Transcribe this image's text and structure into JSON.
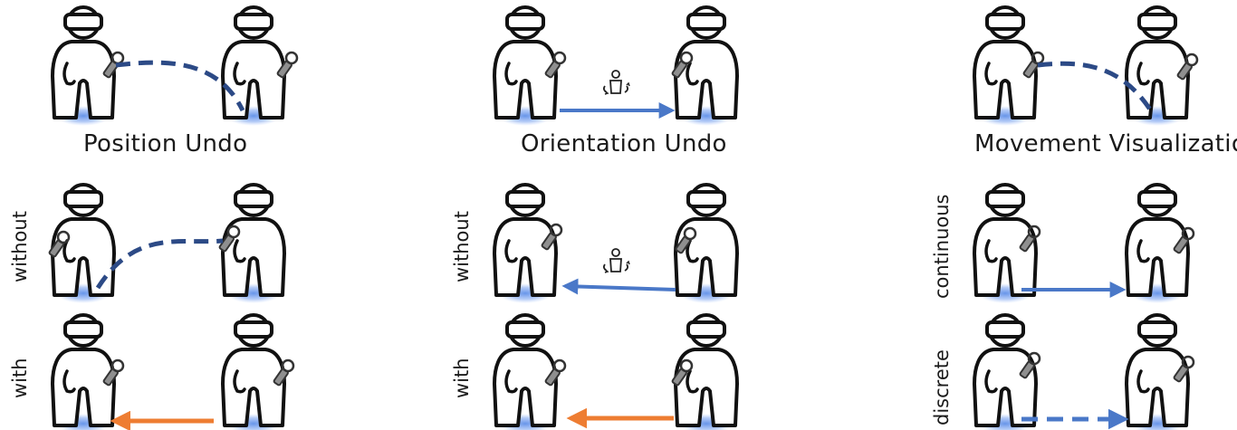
{
  "colors": {
    "blue": "#4a78c8",
    "dark_blue": "#2c4a86",
    "orange": "#ee7d32",
    "foot_glow": "#5f8fe8"
  },
  "columns": {
    "position": {
      "title": "Position Undo",
      "row_labels": [
        "without",
        "with"
      ]
    },
    "orientation": {
      "title": "Orientation Undo",
      "row_labels": [
        "without",
        "with"
      ]
    },
    "movement": {
      "title": "Movement Visualization",
      "row_labels": [
        "continuous",
        "discrete"
      ]
    }
  },
  "icons": [
    "vr-user-icon",
    "controller-icon",
    "rotate-person-icon"
  ]
}
